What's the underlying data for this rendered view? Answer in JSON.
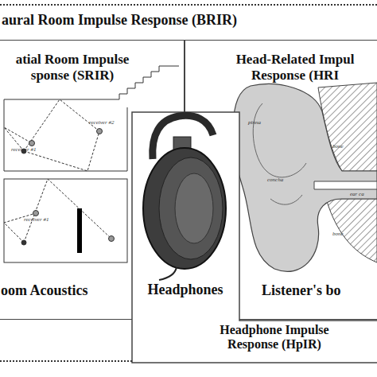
{
  "diagram": {
    "nodes": [
      {
        "text": [
          "aural Room Impulse Response (BRIR)"
        ]
      },
      {
        "text": [
          "atial Room Impulse sponse (SRIR)",
          "oom Acoustics"
        ],
        "in": 0
      },
      {
        "text": [
          "Head-Related Impul Response (HRI",
          "Listener's bo"
        ],
        "in": 0
      },
      {
        "text": [
          "Headphones",
          "Headphone Impulse Response (HpIR)"
        ],
        "in": 0
      }
    ],
    "labels": [
      "receiver #2",
      "receiver #1",
      "receiver #1",
      "pinna",
      "concha",
      "bone",
      "ear ca",
      "bone"
    ]
  }
}
